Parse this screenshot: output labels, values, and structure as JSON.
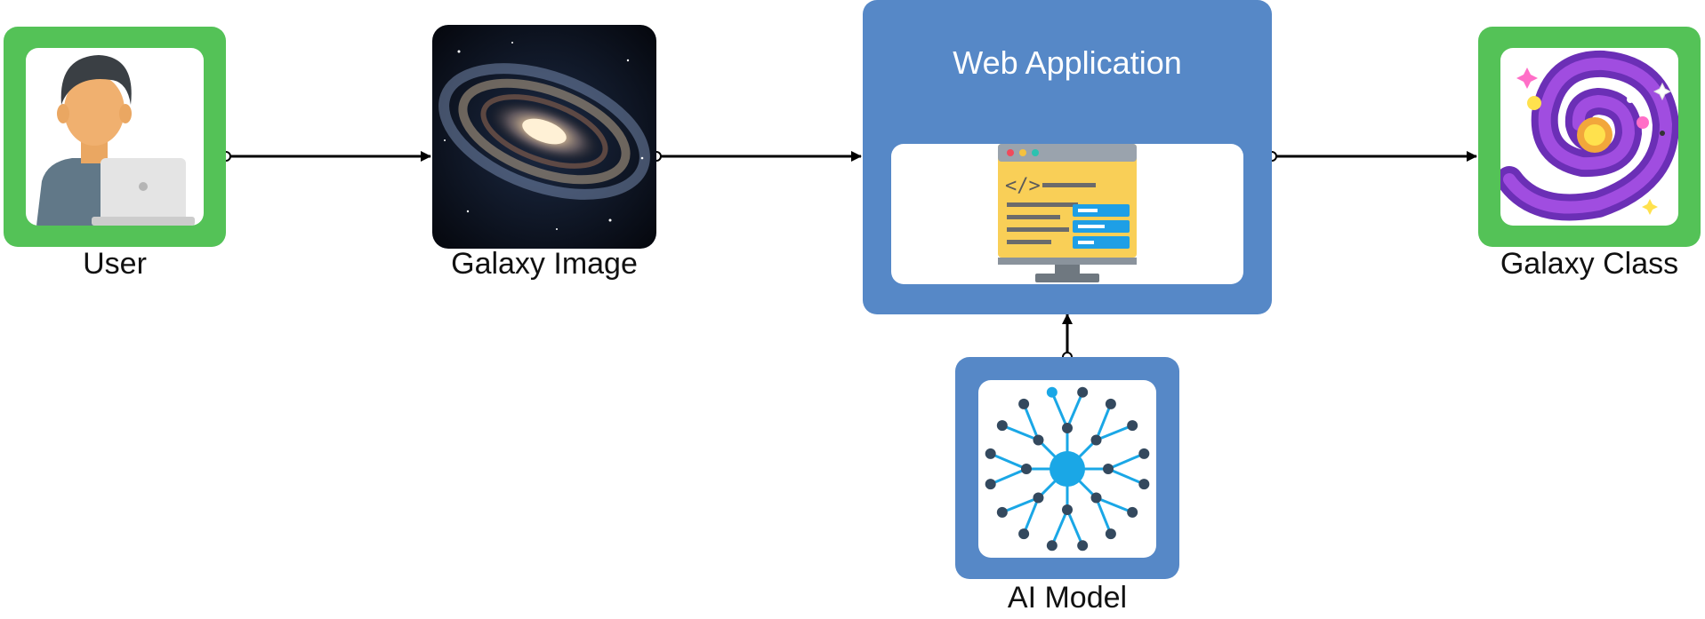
{
  "nodes": {
    "user": {
      "label": "User",
      "icon": "person-with-laptop-icon"
    },
    "galaxy_image": {
      "label": "Galaxy Image",
      "icon": "spiral-galaxy-photo"
    },
    "web_app": {
      "label": "Web Application",
      "icon": "code-monitor-icon"
    },
    "ai_model": {
      "label": "AI Model",
      "icon": "neural-network-icon"
    },
    "galaxy_class": {
      "label": "Galaxy Class",
      "icon": "galaxy-class-icon"
    }
  },
  "edges": [
    {
      "from": "User",
      "to": "Galaxy Image"
    },
    {
      "from": "Galaxy Image",
      "to": "Web Application"
    },
    {
      "from": "AI Model",
      "to": "Web Application"
    },
    {
      "from": "Web Application",
      "to": "Galaxy Class"
    }
  ],
  "colors": {
    "green_frame": "#54c257",
    "blue_frame": "#5688c7",
    "arrow": "#000000"
  }
}
